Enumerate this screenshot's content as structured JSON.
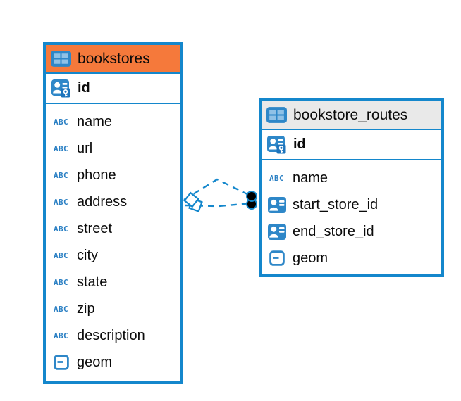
{
  "colors": {
    "background": "#FFFFFF",
    "table_border": "#1487CC",
    "bookstores_header": "#F5793B",
    "bookstore_routes_header": "#E9E9E9",
    "relation_line": "#1487CC",
    "icon_blue": "#2E87C8",
    "icon_cell_blue": "#8FC1E6",
    "icon_key_blue": "#1D74BC",
    "text_type_label_color": "#2B80C4",
    "text_color": "#0B0B0B"
  },
  "icons": {
    "text_type_label": "ABC"
  },
  "tables": [
    {
      "name": "bookstores",
      "primary_key": "id",
      "columns": [
        {
          "name": "name",
          "type": "text"
        },
        {
          "name": "url",
          "type": "text"
        },
        {
          "name": "phone",
          "type": "text"
        },
        {
          "name": "address",
          "type": "text"
        },
        {
          "name": "street",
          "type": "text"
        },
        {
          "name": "city",
          "type": "text"
        },
        {
          "name": "state",
          "type": "text"
        },
        {
          "name": "zip",
          "type": "text"
        },
        {
          "name": "description",
          "type": "text"
        },
        {
          "name": "geom",
          "type": "geometry"
        }
      ]
    },
    {
      "name": "bookstore_routes",
      "primary_key": "id",
      "columns": [
        {
          "name": "name",
          "type": "text"
        },
        {
          "name": "start_store_id",
          "type": "reference"
        },
        {
          "name": "end_store_id",
          "type": "reference"
        },
        {
          "name": "geom",
          "type": "geometry"
        }
      ]
    }
  ],
  "relations": [
    {
      "from_table": "bookstore_routes",
      "to_table": "bookstores",
      "style": "dashed"
    },
    {
      "from_table": "bookstore_routes",
      "to_table": "bookstores",
      "style": "dashed"
    }
  ]
}
